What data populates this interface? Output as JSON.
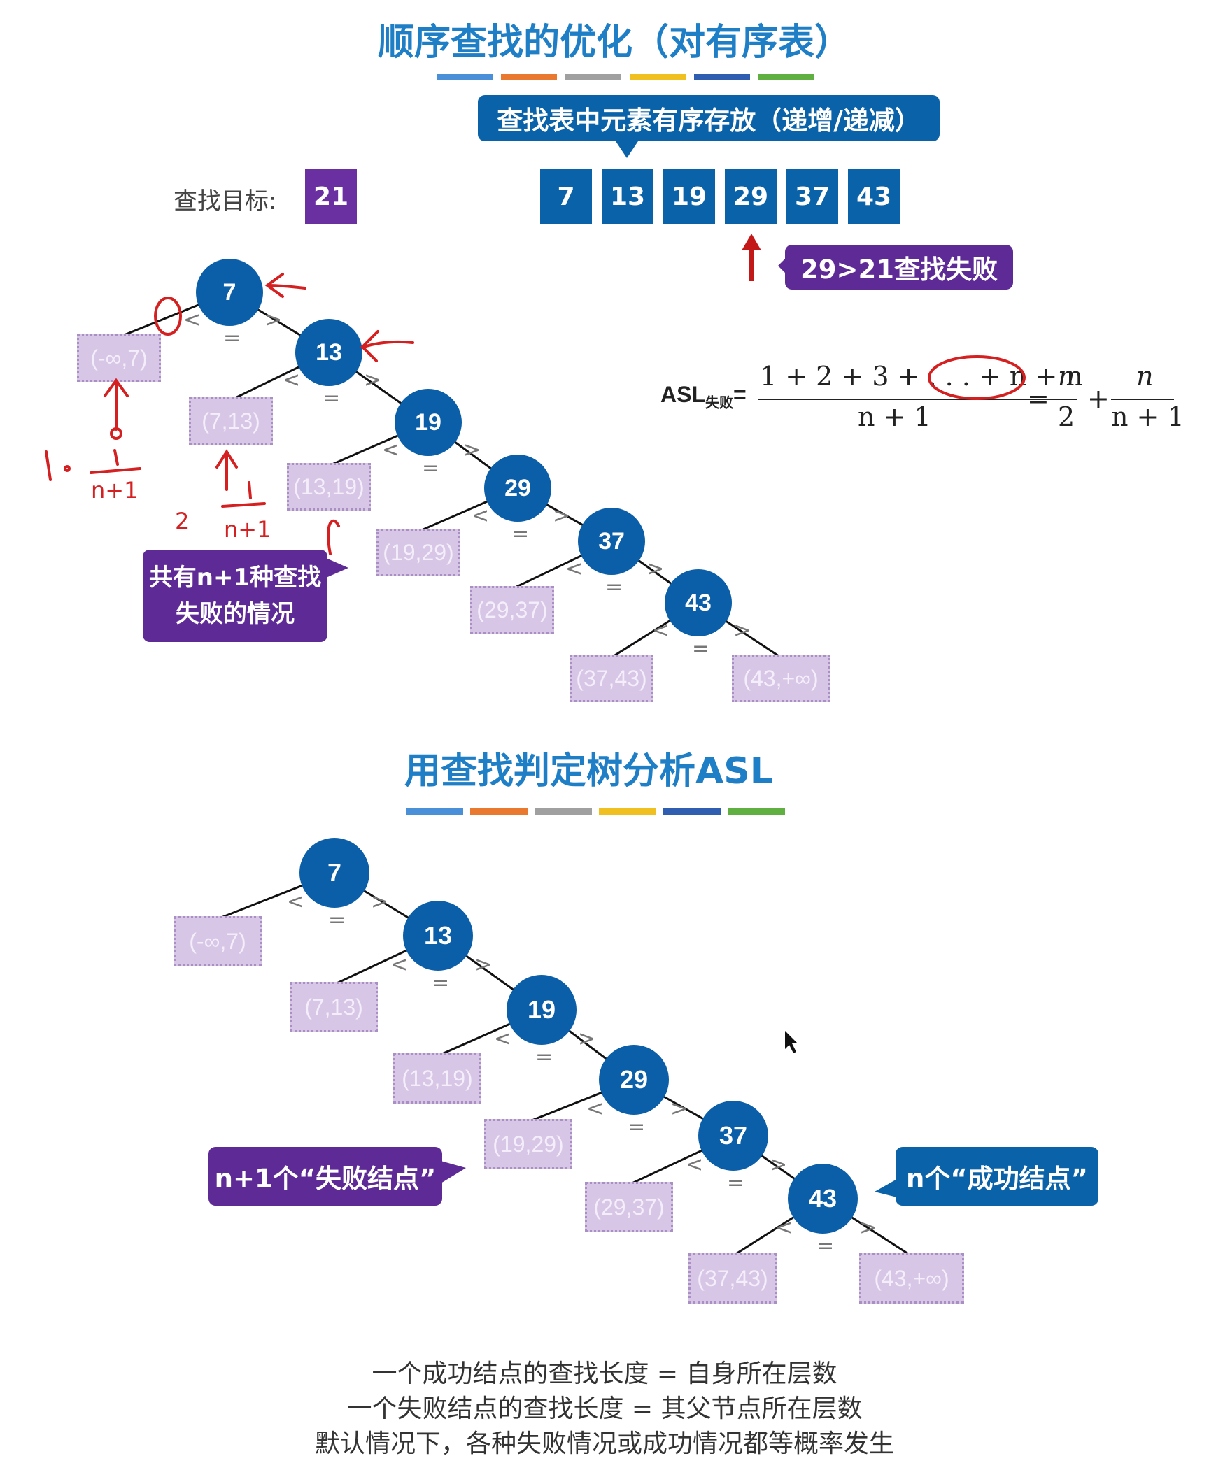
{
  "section1": {
    "title": "顺序查找的优化（对有序表）",
    "bar_colors": [
      "#4a90d9",
      "#e8792f",
      "#a0a0a0",
      "#f0c020",
      "#2f5db0",
      "#5fb040"
    ],
    "callout_top": "查找表中元素有序存放（递增/递减）",
    "target_label": "查找目标:",
    "target_value": "21",
    "array": [
      "7",
      "13",
      "19",
      "29",
      "37",
      "43"
    ],
    "fail_callout": "29>21查找失败",
    "purple_callout_line1": "共有n+1种查找",
    "purple_callout_line2": "失败的情况",
    "asl_label": "ASL",
    "asl_sub": "失败",
    "asl_eq": "=",
    "asl_numerator": "1 + 2 + 3 + . . . + n + n",
    "asl_denominator": "n + 1",
    "asl_rhs1_num": "n",
    "asl_rhs1_den": "2",
    "asl_plus": "+",
    "asl_rhs2_num": "n",
    "asl_rhs2_den": "n + 1"
  },
  "section2": {
    "title": "用查找判定树分析ASL",
    "bar_colors": [
      "#4a90d9",
      "#e8792f",
      "#a0a0a0",
      "#f0c020",
      "#2f5db0",
      "#5fb040"
    ],
    "fail_nodes_callout": "n+1个“失败结点”",
    "success_nodes_callout": "n个“成功结点”"
  },
  "tree": {
    "nodes": [
      "7",
      "13",
      "19",
      "29",
      "37",
      "43"
    ],
    "leaves": [
      "(-∞,7)",
      "(7,13)",
      "(13,19)",
      "(19,29)",
      "(29,37)",
      "(37,43)",
      "(43,+∞)"
    ],
    "lt": "<",
    "gt": ">",
    "eq": "="
  },
  "footer": {
    "line1": "一个成功结点的查找长度 = 自身所在层数",
    "line2": "一个失败结点的查找长度 = 其父节点所在层数",
    "line3": "默认情况下，各种失败情况或成功情况都等概率发生"
  },
  "annotations": {
    "color": "#d42020"
  }
}
